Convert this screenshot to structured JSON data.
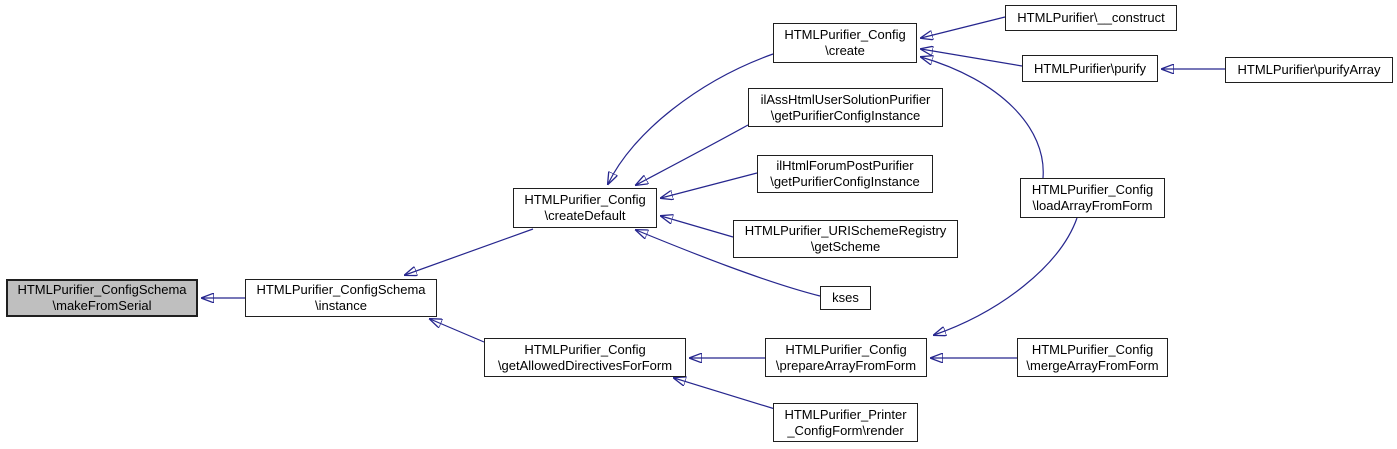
{
  "diagram_type": "caller-graph",
  "colors": {
    "edge": "#26268E",
    "node_fill": "#ffffff",
    "node_border": "#1f1f1f",
    "highlight_fill": "#bfbfbf",
    "background": "#ffffff"
  },
  "nodes": {
    "makeFromSerial": {
      "line1": "HTMLPurifier_ConfigSchema",
      "line2": "\\makeFromSerial",
      "highlighted": true
    },
    "instance": {
      "line1": "HTMLPurifier_ConfigSchema",
      "line2": "\\instance"
    },
    "createDefault": {
      "line1": "HTMLPurifier_Config",
      "line2": "\\createDefault"
    },
    "create": {
      "line1": "HTMLPurifier_Config",
      "line2": "\\create"
    },
    "construct": {
      "line1": "HTMLPurifier\\__construct"
    },
    "purify": {
      "line1": "HTMLPurifier\\purify"
    },
    "purifyArray": {
      "line1": "HTMLPurifier\\purifyArray"
    },
    "ilAssHtmlUserSolutionPurifier": {
      "line1": "ilAssHtmlUserSolutionPurifier",
      "line2": "\\getPurifierConfigInstance"
    },
    "ilHtmlForumPostPurifier": {
      "line1": "ilHtmlForumPostPurifier",
      "line2": "\\getPurifierConfigInstance"
    },
    "uriSchemeRegistry": {
      "line1": "HTMLPurifier_URISchemeRegistry",
      "line2": "\\getScheme"
    },
    "kses": {
      "line1": "kses"
    },
    "loadArrayFromForm": {
      "line1": "HTMLPurifier_Config",
      "line2": "\\loadArrayFromForm"
    },
    "getAllowedDirectivesForForm": {
      "line1": "HTMLPurifier_Config",
      "line2": "\\getAllowedDirectivesForForm"
    },
    "prepareArrayFromForm": {
      "line1": "HTMLPurifier_Config",
      "line2": "\\prepareArrayFromForm"
    },
    "mergeArrayFromForm": {
      "line1": "HTMLPurifier_Config",
      "line2": "\\mergeArrayFromForm"
    },
    "render": {
      "line1": "HTMLPurifier_Printer",
      "line2": "_ConfigForm\\render"
    }
  },
  "edges": [
    {
      "from": "instance",
      "to": "makeFromSerial"
    },
    {
      "from": "createDefault",
      "to": "instance"
    },
    {
      "from": "getAllowedDirectivesForForm",
      "to": "instance"
    },
    {
      "from": "create",
      "to": "createDefault"
    },
    {
      "from": "ilAssHtmlUserSolutionPurifier",
      "to": "createDefault"
    },
    {
      "from": "ilHtmlForumPostPurifier",
      "to": "createDefault"
    },
    {
      "from": "uriSchemeRegistry",
      "to": "createDefault"
    },
    {
      "from": "kses",
      "to": "createDefault"
    },
    {
      "from": "construct",
      "to": "create"
    },
    {
      "from": "purify",
      "to": "create"
    },
    {
      "from": "loadArrayFromForm",
      "to": "create"
    },
    {
      "from": "purifyArray",
      "to": "purify"
    },
    {
      "from": "loadArrayFromForm",
      "to": "prepareArrayFromForm"
    },
    {
      "from": "mergeArrayFromForm",
      "to": "prepareArrayFromForm"
    },
    {
      "from": "prepareArrayFromForm",
      "to": "getAllowedDirectivesForForm"
    },
    {
      "from": "render",
      "to": "getAllowedDirectivesForForm"
    }
  ]
}
